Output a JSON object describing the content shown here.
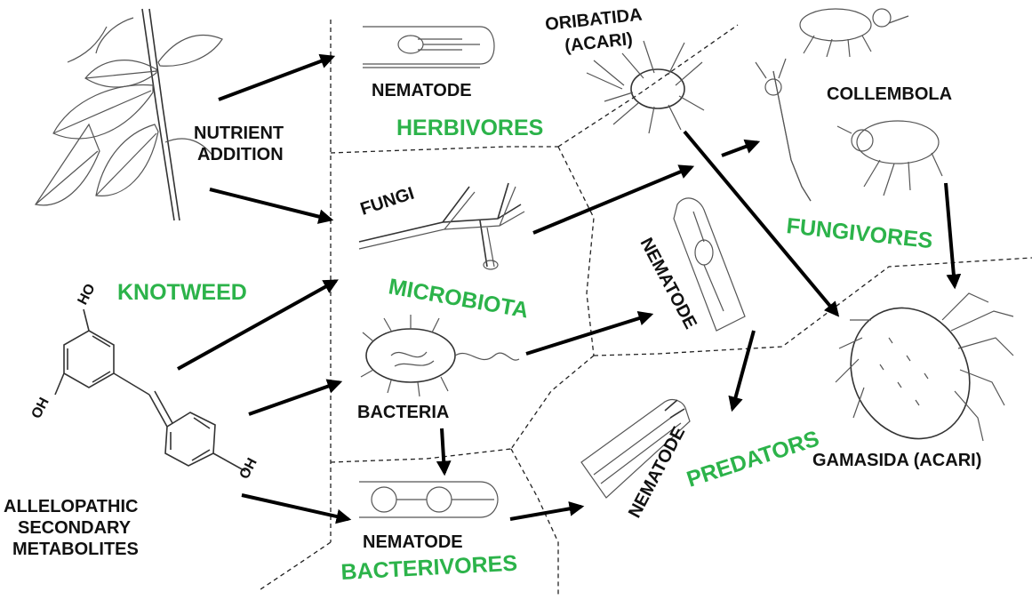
{
  "colors": {
    "group": "#2cb34a",
    "label": "#111111",
    "arrow": "#000000"
  },
  "sources": {
    "plant_label": "KNOTWEED",
    "nutrient_label_line1": "NUTRIENT",
    "nutrient_label_line2": "ADDITION",
    "metabolites_line1": "ALLELOPATHIC",
    "metabolites_line2": "SECONDARY",
    "metabolites_line3": "METABOLITES",
    "molecule_groups": [
      "HO",
      "OH",
      "OH"
    ]
  },
  "groups": {
    "herbivores": "HERBIVORES",
    "microbiota": "MICROBIOTA",
    "fungivores": "FUNGIVORES",
    "bacterivores": "BACTERIVORES",
    "predators": "PREDATORS"
  },
  "organisms": {
    "nematode_herbivore": "NEMATODE",
    "oribatida_line1": "ORIBATIDA",
    "oribatida_line2": "(ACARI)",
    "collembola": "COLLEMBOLA",
    "fungi": "FUNGI",
    "nematode_fungivore": "NEMATODE",
    "bacteria": "BACTERIA",
    "nematode_bacterivore": "NEMATODE",
    "nematode_predator": "NEMATODE",
    "gamasida": "GAMASIDA (ACARI)"
  }
}
